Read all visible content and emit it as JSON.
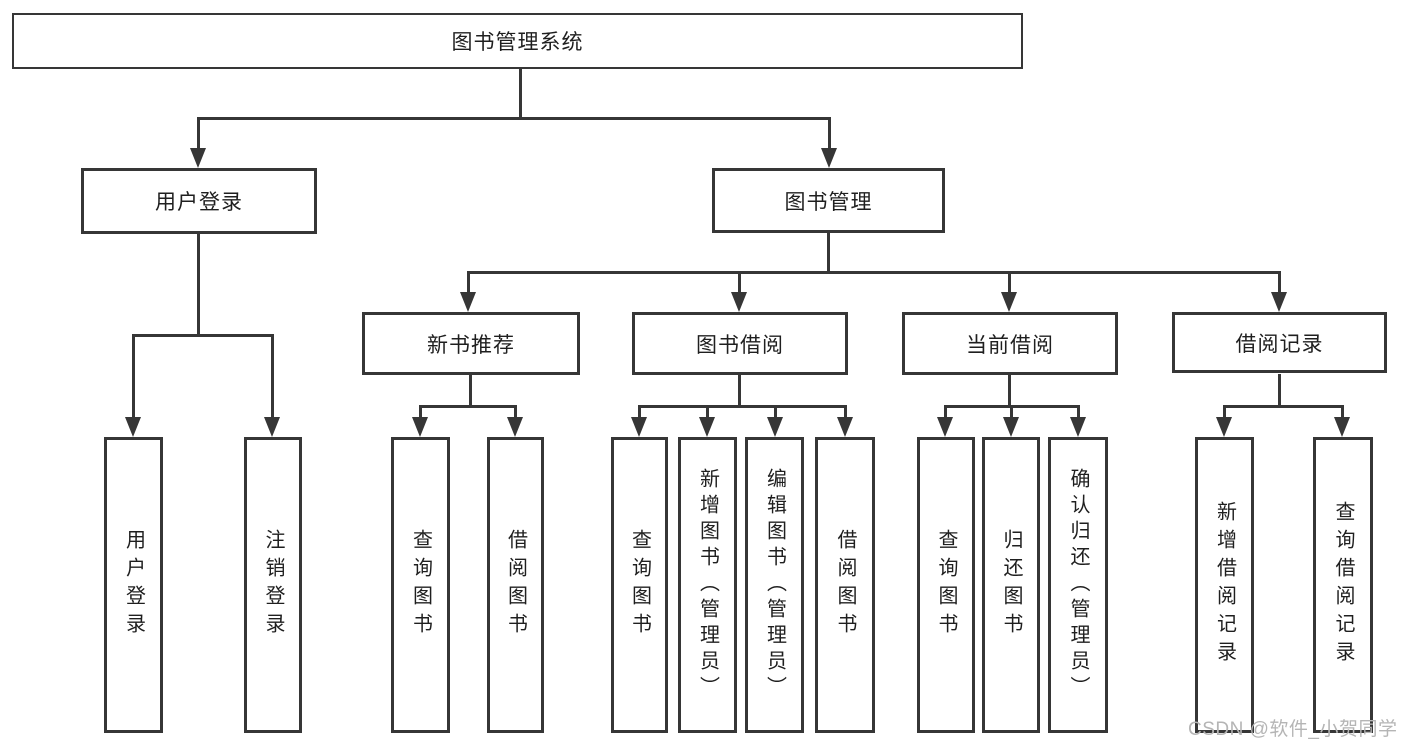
{
  "chart": {
    "type": "org-tree",
    "root": "图书管理系统",
    "branches": [
      {
        "label": "用户登录",
        "children": [
          "用户登录",
          "注销登录"
        ]
      },
      {
        "label": "图书管理",
        "sections": [
          {
            "label": "新书推荐",
            "children": [
              "查询图书",
              "借阅图书"
            ]
          },
          {
            "label": "图书借阅",
            "children": [
              "查询图书",
              "新增图书（管理员）",
              "编辑图书（管理员）",
              "借阅图书"
            ]
          },
          {
            "label": "当前借阅",
            "children": [
              "查询图书",
              "归还图书",
              "确认归还（管理员）"
            ]
          },
          {
            "label": "借阅记录",
            "children": [
              "新增借阅记录",
              "查询借阅记录"
            ]
          }
        ]
      }
    ]
  },
  "watermark": {
    "text": "CSDN @软件_小贺同学"
  },
  "colors": {
    "line": "#363636",
    "text": "#1f1f1f",
    "watermark": "#b5b5b5",
    "background": "#ffffff"
  }
}
